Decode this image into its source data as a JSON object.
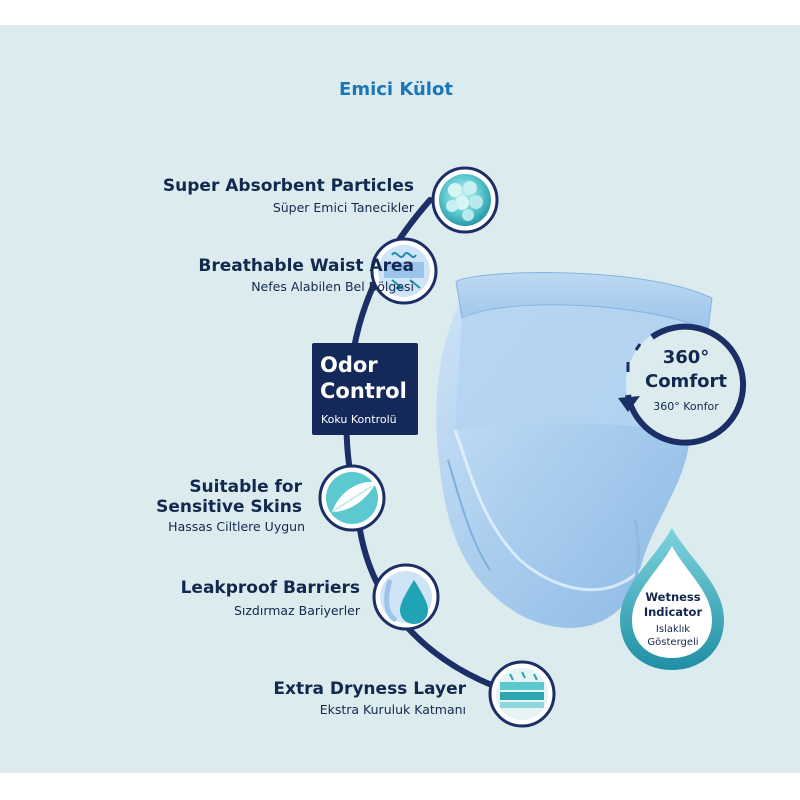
{
  "page_title": "Emici Külot",
  "features": [
    {
      "title": "Super Absorbent Particles",
      "subtitle": "Süper Emici Tanecikler"
    },
    {
      "title": "Breathable Waist Area",
      "subtitle": "Nefes Alabilen Bel Bölgesi"
    },
    {
      "title_line1": "Suitable for",
      "title_line2": "Sensitive Skins",
      "subtitle": "Hassas Ciltlere Uygun"
    },
    {
      "title": "Leakproof Barriers",
      "subtitle": "Sızdırmaz Bariyerler"
    },
    {
      "title": "Extra Dryness Layer",
      "subtitle": "Ekstra Kuruluk Katmanı"
    }
  ],
  "odor_control": {
    "line1": "Odor",
    "line2": "Control",
    "subtitle": "Koku Kontrolü"
  },
  "comfort": {
    "line1": "360°",
    "line2": "Comfort",
    "subtitle": "360° Konfor"
  },
  "wetness": {
    "line1": "Wetness",
    "line2": "Indicator",
    "sub1": "Islaklık",
    "sub2": "Göstergeli"
  },
  "colors": {
    "background": "#dcecee",
    "navy": "#12284f",
    "accent_blue": "#1a77b8",
    "teal": "#2aa6b0"
  },
  "icons": [
    "particles-icon",
    "waist-icon",
    "feather-icon",
    "droplet-icon",
    "layers-icon",
    "rotate-arrow-icon",
    "wetness-drop-icon"
  ]
}
